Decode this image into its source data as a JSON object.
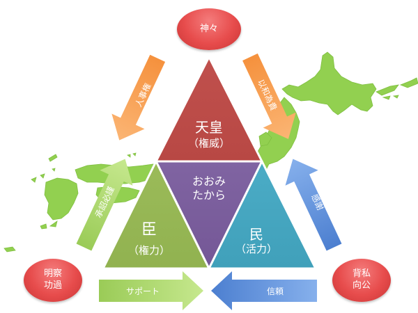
{
  "colors": {
    "emperor": "#c0504d",
    "people_center": "#8064a2",
    "minister": "#9bbb59",
    "public": "#4bacc6",
    "map": "#92d050",
    "orange_arrow": "#f79646",
    "green_arrow": "#a9d862",
    "blue_arrow": "#5b8fd9",
    "oval": "#e74c4c"
  },
  "ovals": {
    "top": {
      "text": "神々"
    },
    "bottom_left": {
      "text": "明察\n功過"
    },
    "bottom_right": {
      "text": "背私\n向公"
    }
  },
  "triangles": {
    "top": {
      "title": "天皇",
      "subtitle": "（権威）"
    },
    "center": {
      "line1": "おおみ",
      "line2": "たから"
    },
    "left": {
      "title": "臣",
      "subtitle": "（権力）"
    },
    "right": {
      "title": "民",
      "subtitle": "（活力）"
    }
  },
  "arrows": {
    "top_left": {
      "text": "人事権",
      "direction": "down-left",
      "color": "orange"
    },
    "top_right": {
      "text": "以和為貴",
      "direction": "down-right",
      "color": "orange"
    },
    "left_up": {
      "text": "承詔必謹",
      "direction": "up-right",
      "color": "green"
    },
    "right_up": {
      "text": "感謝",
      "direction": "up-left",
      "color": "blue"
    },
    "bottom_left": {
      "text": "サポート",
      "direction": "right",
      "color": "green"
    },
    "bottom_right": {
      "text": "信頼",
      "direction": "left",
      "color": "blue"
    }
  }
}
